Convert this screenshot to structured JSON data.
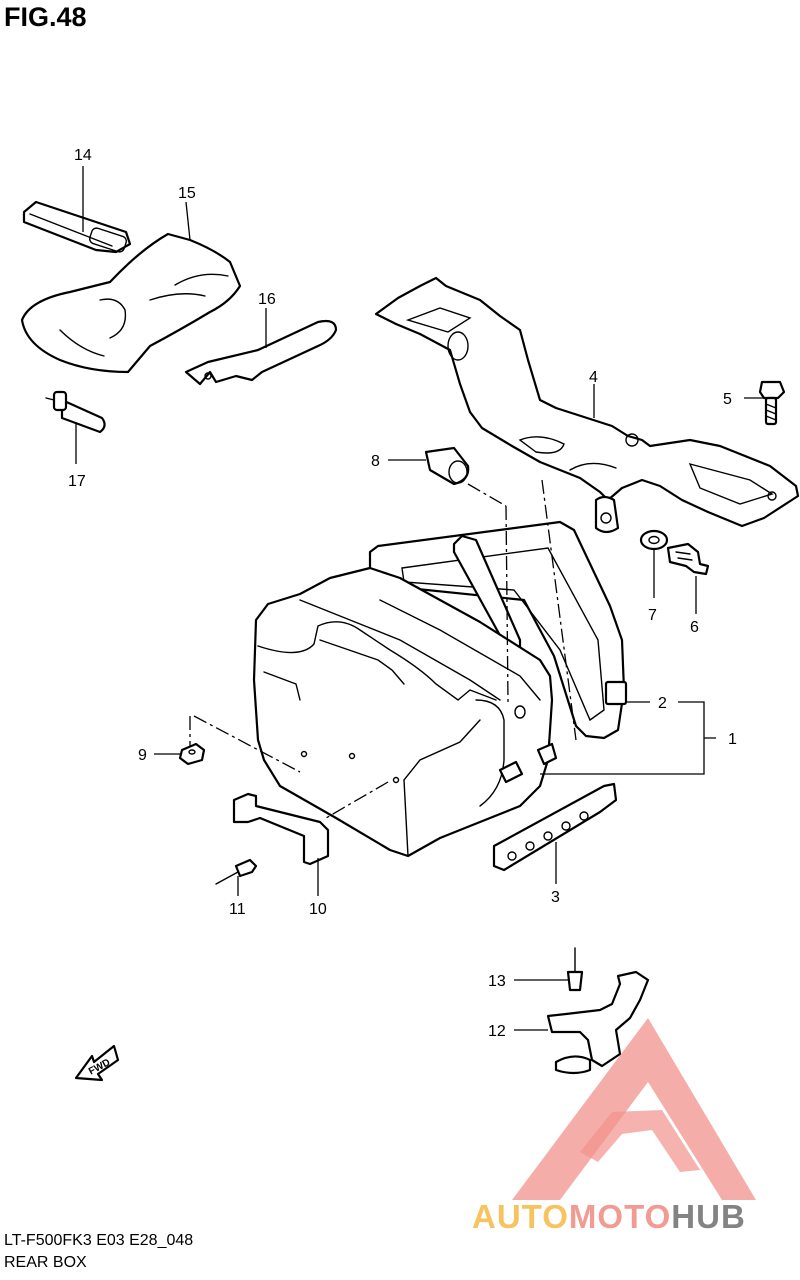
{
  "figure_title": "FIG.48",
  "model_code": "LT-F500FK3 E03 E28_048",
  "section_name": "REAR BOX",
  "fwd_label": "FWD",
  "callouts": {
    "c1": "1",
    "c2": "2",
    "c3": "3",
    "c4": "4",
    "c5": "5",
    "c6": "6",
    "c7": "7",
    "c8": "8",
    "c9": "9",
    "c10": "10",
    "c11": "11",
    "c12": "12",
    "c13": "13",
    "c14": "14",
    "c15": "15",
    "c16": "16",
    "c17": "17"
  },
  "watermark": {
    "word_auto": "AUTO",
    "word_moto": "MOTO",
    "word_hub": "HUB",
    "colors": {
      "auto": "#f5b942",
      "moto": "#f08a80",
      "hub": "#6e6e6e",
      "logo": "#f07f78"
    }
  }
}
